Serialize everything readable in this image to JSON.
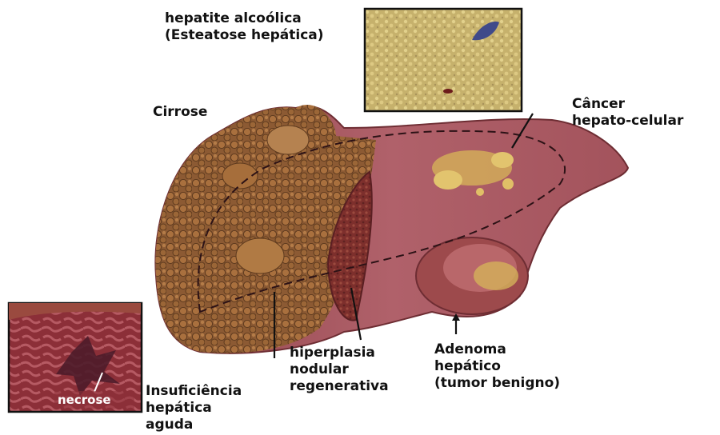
{
  "labels": {
    "esteatose_line1": "hepatite alcoólica",
    "esteatose_line2": "(Esteatose hepática)",
    "cirrose": "Cirrose",
    "cancer_line1": "Câncer",
    "cancer_line2": "hepato-celular",
    "hiperplasia_line1": "hiperplasia",
    "hiperplasia_line2": "nodular",
    "hiperplasia_line3": "regenerativa",
    "adenoma_line1": "Adenoma",
    "adenoma_line2": "hepático",
    "adenoma_line3": "(tumor benigno)",
    "insuficiencia_line1": "Insuficiência",
    "insuficiencia_line2": "hepática",
    "insuficiencia_line3": "aguda",
    "necrose": "necrose"
  },
  "colors": {
    "liver": "#a5525c",
    "cirrhosis": "#8a5a35",
    "fatty_tissue": "#c9b56b",
    "tumor": "#d4b25a",
    "necrosis": "#6e2a3a",
    "text": "#111111"
  }
}
